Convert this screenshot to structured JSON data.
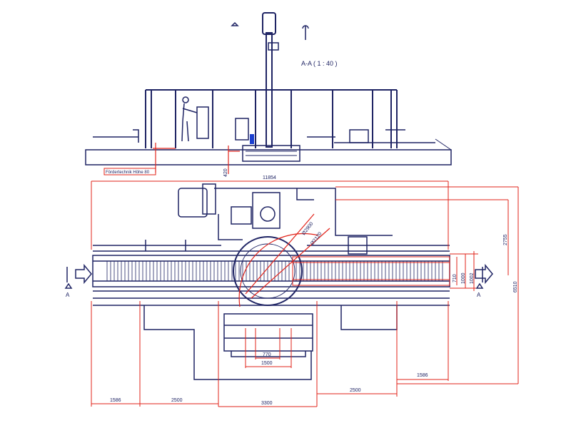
{
  "section_title": "A-A ( 1 : 40 )",
  "foerder_label": "Fördertechnik Höhe 80",
  "height_420": "420",
  "dim_11854": "11854",
  "dim_2755": "2755",
  "dim_6510": "6510",
  "dim_o2900": "Ø2900",
  "dim_o2120": "Ø2120",
  "dim_710": "710",
  "dim_1000": "1000",
  "dim_1002": "1002",
  "dim_770": "770",
  "dim_1500": "1500",
  "dim_1586_right": "1586",
  "dim_1586_left": "1586",
  "dim_2500_left": "2500",
  "dim_3300": "3300",
  "dim_2500_right": "2500",
  "section_marker_left": "A",
  "section_marker_right": "A",
  "colors": {
    "line": "#1f2464",
    "dimension": "#e2231a"
  }
}
